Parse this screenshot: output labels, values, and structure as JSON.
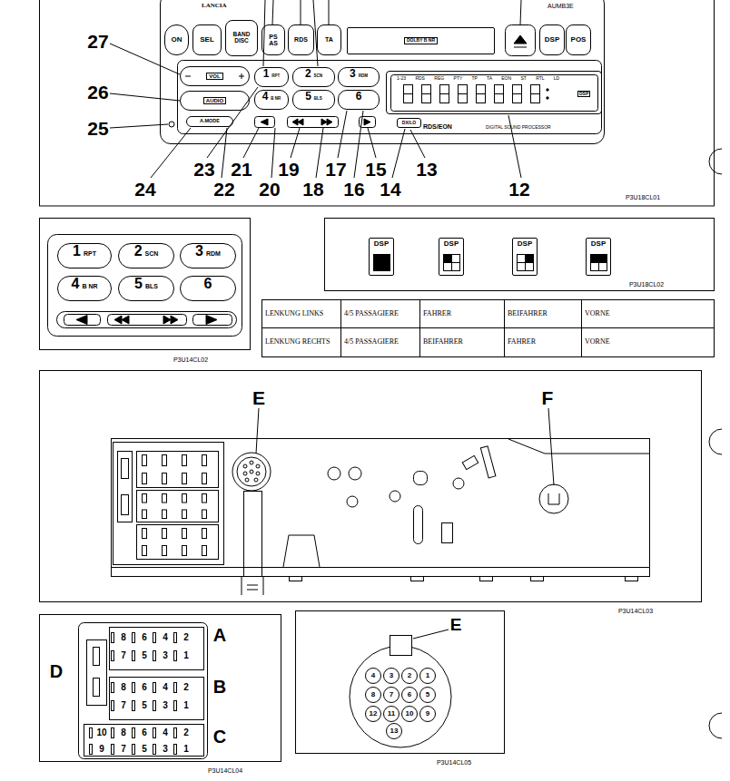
{
  "diagram": {
    "nodes": [
      {
        "text": [
          "LANCIA",
          "AUMB3E",
          "RDS/EON",
          "DIGITAL SOUND PROCESSOR"
        ]
      },
      {
        "text": [
          "ON"
        ],
        "in": 0
      },
      {
        "text": [
          "SEL"
        ],
        "in": 0
      },
      {
        "text": [
          "BAND DISC"
        ],
        "in": 0
      },
      {
        "text": [
          "PS AS"
        ],
        "in": 0
      },
      {
        "text": [
          "RDS"
        ],
        "in": 0
      },
      {
        "text": [
          "TA"
        ],
        "in": 0
      },
      {
        "text": [
          "DOLBY B NR"
        ],
        "in": 0
      },
      {
        "text": [
          "DSP"
        ],
        "in": 0
      },
      {
        "text": [
          "POS"
        ],
        "in": 0
      },
      {
        "text": [
          "VOL"
        ],
        "in": 0
      },
      {
        "text": [
          "AUDIO"
        ],
        "in": 0
      },
      {
        "text": [
          "A.MODE"
        ],
        "in": 0
      },
      {
        "text": [
          "1",
          "RPT"
        ],
        "in": 0
      },
      {
        "text": [
          "2",
          "SCN"
        ],
        "in": 0
      },
      {
        "text": [
          "3",
          "RDM"
        ],
        "in": 0
      },
      {
        "text": [
          "1-23 RDS REG PTY TP TA EON ST RTL LD",
          "DSP"
        ],
        "in": 0
      },
      {
        "text": [
          "4",
          "B NR"
        ],
        "in": 0
      },
      {
        "text": [
          "5",
          "BLS"
        ],
        "in": 0
      },
      {
        "text": [
          "6"
        ],
        "in": 0
      },
      {
        "text": [
          "DX/LO"
        ],
        "in": 0
      },
      {
        "text": [
          "1",
          "RPT"
        ]
      },
      {
        "text": [
          "2",
          "SCN"
        ]
      },
      {
        "text": [
          "3",
          "RDM"
        ]
      },
      {
        "text": [
          "4",
          "B NR"
        ]
      },
      {
        "text": [
          "5",
          "BLS"
        ]
      },
      {
        "text": [
          "6"
        ]
      },
      {
        "text": [
          "DSP"
        ]
      },
      {
        "text": [
          "DSP"
        ]
      },
      {
        "text": [
          "DSP"
        ]
      },
      {
        "text": [
          "DSP"
        ]
      },
      {
        "text": [
          "4"
        ]
      },
      {
        "text": [
          "3"
        ]
      },
      {
        "text": [
          "2"
        ]
      },
      {
        "text": [
          "1"
        ]
      },
      {
        "text": [
          "8"
        ]
      },
      {
        "text": [
          "7"
        ]
      },
      {
        "text": [
          "6"
        ]
      },
      {
        "text": [
          "5"
        ]
      },
      {
        "text": [
          "12"
        ]
      },
      {
        "text": [
          "11"
        ]
      },
      {
        "text": [
          "10"
        ]
      },
      {
        "text": [
          "9"
        ]
      },
      {
        "text": [
          "13"
        ]
      }
    ],
    "labels": [
      "27",
      "26",
      "25",
      "24",
      "23",
      "22",
      "21",
      "20",
      "19",
      "18",
      "17",
      "16",
      "15",
      "14",
      "13",
      "12",
      "P3U18CL01",
      "P3U14CL02",
      "P3U18CL02",
      "LENKUNG LINKS",
      "4/5 PASSAGIERE",
      "FAHRER",
      "BEIFAHRER",
      "VORNE",
      "LENKUNG RECHTS",
      "4/5 PASSAGIERE",
      "BEIFAHRER",
      "FAHRER",
      "VORNE",
      "E",
      "F",
      "P3U14CL03",
      "A",
      "B",
      "C",
      "D",
      "8",
      "6",
      "4",
      "2",
      "7",
      "5",
      "3",
      "1",
      "8",
      "6",
      "4",
      "2",
      "7",
      "5",
      "3",
      "1",
      "10",
      "8",
      "6",
      "4",
      "2",
      "9",
      "7",
      "5",
      "3",
      "1",
      "P3U14CL04",
      "E",
      "P3U14CL05"
    ]
  }
}
